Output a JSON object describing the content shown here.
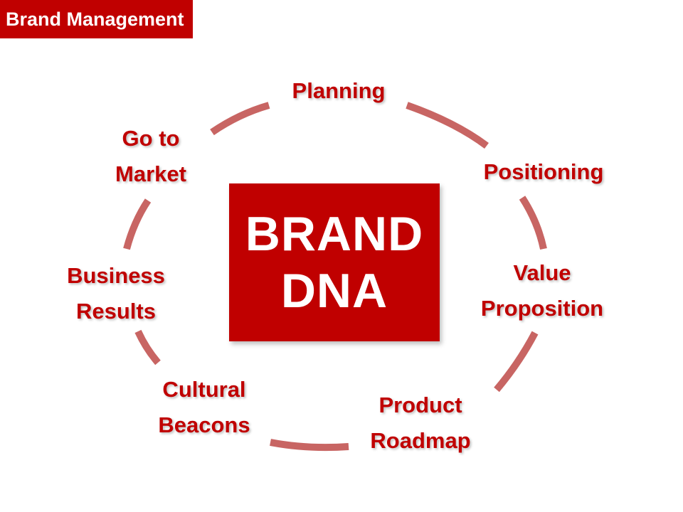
{
  "header": {
    "title": "Brand Management"
  },
  "center": {
    "line1": "BRAND",
    "line2": "DNA"
  },
  "stages": [
    {
      "line1": "Planning",
      "line2": ""
    },
    {
      "line1": "Positioning",
      "line2": ""
    },
    {
      "line1": "Value",
      "line2": "Proposition"
    },
    {
      "line1": "Product",
      "line2": "Roadmap"
    },
    {
      "line1": "Cultural",
      "line2": "Beacons"
    },
    {
      "line1": "Business",
      "line2": "Results"
    },
    {
      "line1": "Go to",
      "line2": "Market"
    }
  ],
  "colors": {
    "accent": "#c00000",
    "ring": "#c0504d"
  }
}
